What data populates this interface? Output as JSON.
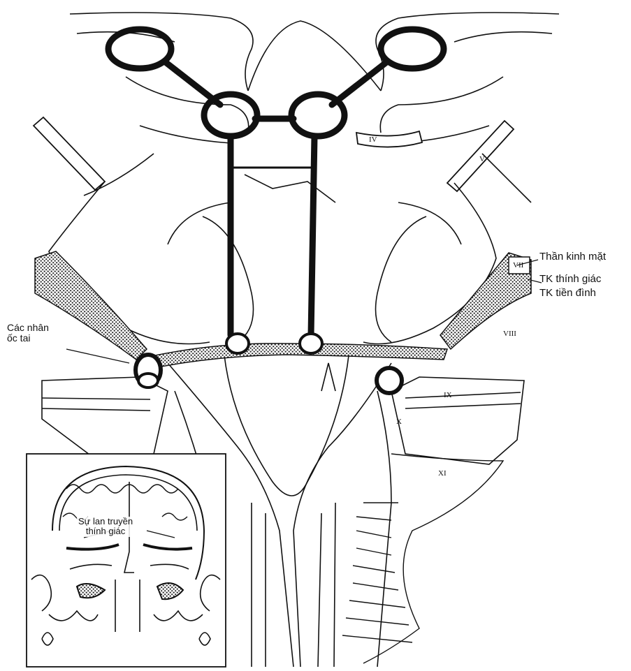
{
  "labels": {
    "facial_nerve": "Thần kinh mặt",
    "cochlear_nerve": "TK thính giác",
    "vestibular_nerve": "TK tiền đình",
    "cochlear_nuclei": "Các nhân\nốc tai",
    "inset_caption": "Sự lan truyền\nthính giác"
  },
  "roman_numerals": {
    "cn_iv": "IV",
    "cn_v": "V",
    "cn_vii": "VII",
    "cn_viii": "VIII",
    "cn_ix": "IX",
    "cn_x": "X",
    "cn_xi": "XI"
  },
  "colors": {
    "ink": "#111111",
    "stipple": "#2a2a2a",
    "paper": "#ffffff"
  }
}
